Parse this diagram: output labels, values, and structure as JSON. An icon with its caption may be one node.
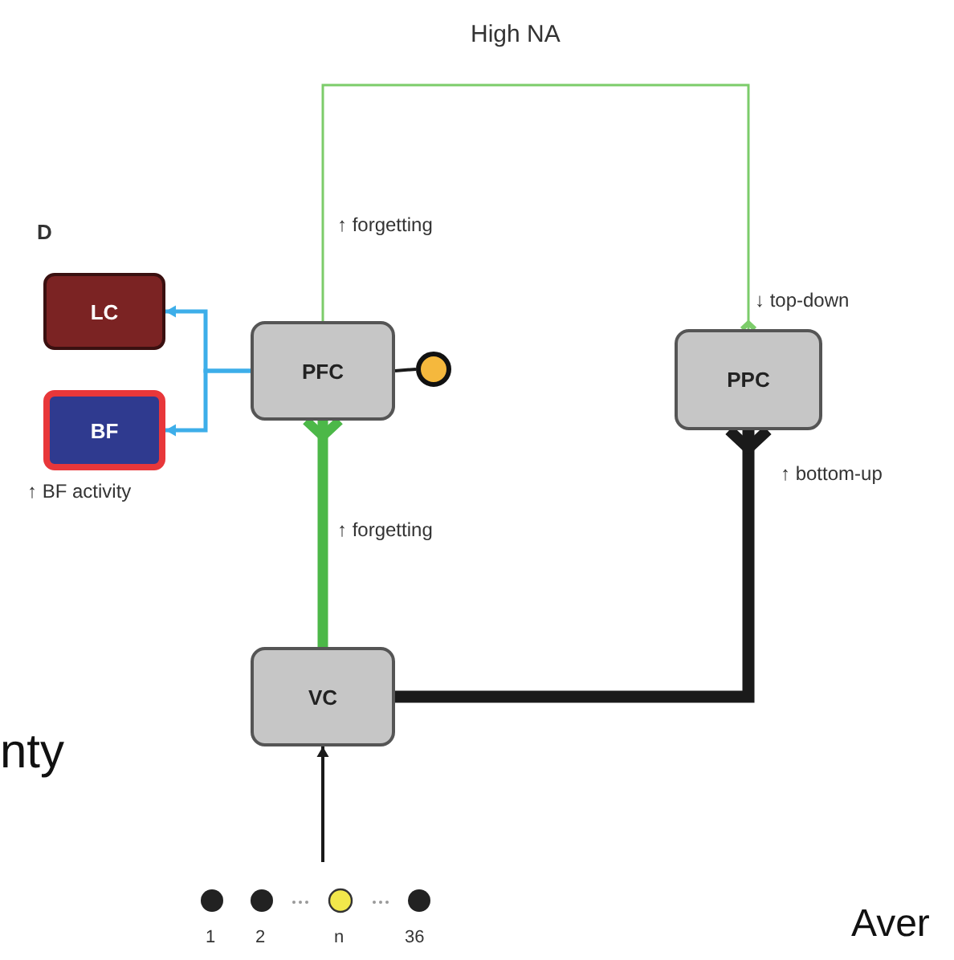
{
  "diagram": {
    "title": "High NA",
    "nodes": [
      {
        "text": [
          "LC"
        ]
      },
      {
        "text": [
          "PFC"
        ]
      },
      {
        "text": [
          "BF"
        ],
        "beside": [
          "↑ BF activity"
        ]
      },
      {
        "text": [
          "PPC"
        ]
      },
      {
        "text": [
          "VC"
        ]
      },
      {
        "text": [],
        "shape": "circle"
      }
    ],
    "edges": [
      {
        "from": 1,
        "to": 0,
        "arrow": "to",
        "color": "#3daee9"
      },
      {
        "from": 1,
        "to": 2,
        "arrow": "to",
        "color": "#3daee9"
      },
      {
        "from": 1,
        "to": 5,
        "arrow": "none"
      },
      {
        "from": 1,
        "to": 3,
        "arrow": "other",
        "color": "#7ccc6a"
      },
      {
        "from": 4,
        "to": 1,
        "arrow": "other",
        "style": "thick",
        "color": "#4cb848"
      },
      {
        "from": 4,
        "to": 3,
        "arrow": "other",
        "style": "thick"
      },
      {
        "from": null,
        "to": 4,
        "arrow": "to"
      }
    ],
    "labels": [
      "D",
      "↑ forgetting",
      "↓ top-down",
      "↑ bottom-up",
      "↑ forgetting",
      "nty",
      "1",
      "2",
      "n",
      "36",
      "Aver"
    ]
  }
}
